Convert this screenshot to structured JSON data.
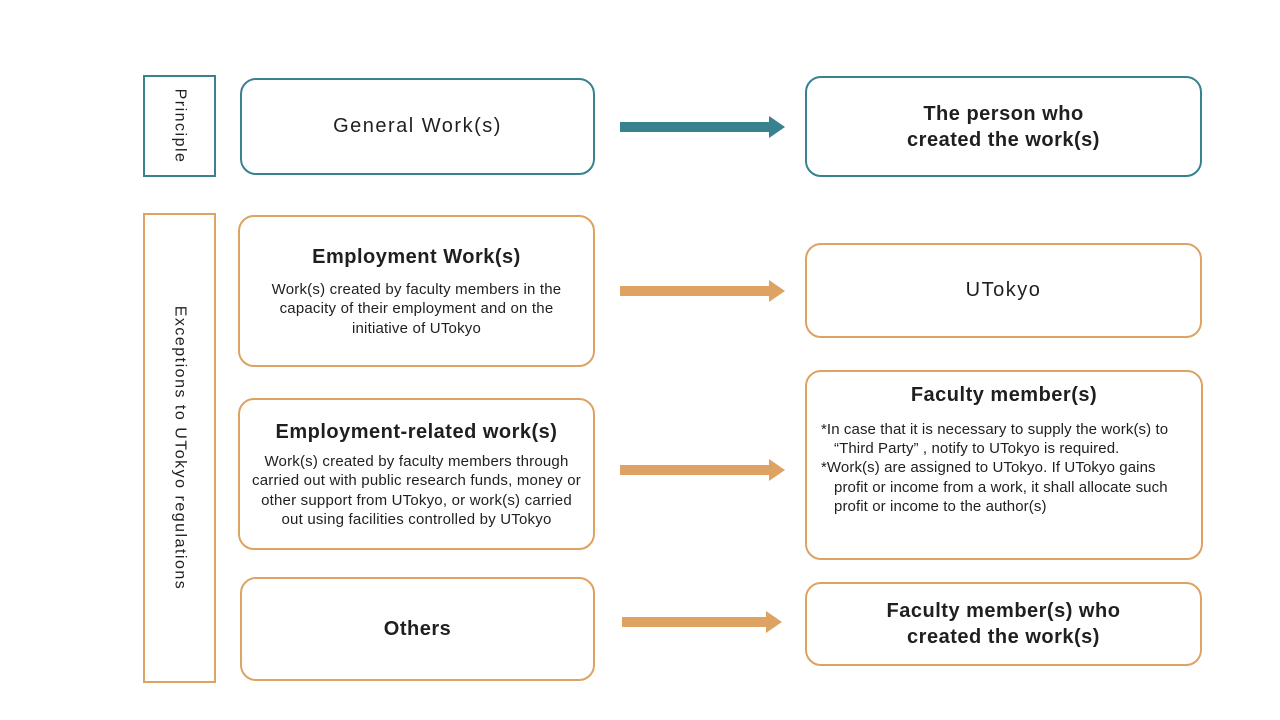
{
  "colors": {
    "teal": "#38818F",
    "orange": "#DEA263",
    "text": "#1f1f1f",
    "background": "#ffffff"
  },
  "principle": {
    "side_label": "Principle",
    "source_title": "General Work(s)",
    "target_line1": "The person who",
    "target_line2": "created the work(s)"
  },
  "exceptions": {
    "side_label": "Exceptions to UTokyo regulations",
    "employment": {
      "title": "Employment Work(s)",
      "description": "Work(s) created by faculty members in the capacity of their employment and on the initiative of UTokyo",
      "target_title": "UTokyo"
    },
    "employment_related": {
      "title": "Employment-related work(s)",
      "description": "Work(s) created by faculty members through carried out with public research funds, money or other support from UTokyo, or work(s) carried out using facilities controlled by UTokyo",
      "target_title": "Faculty member(s)",
      "target_notes": [
        "*In case that it is necessary to supply the work(s) to “Third Party” , notify to UTokyo is required.",
        "*Work(s) are assigned to UTokyo. If UTokyo gains profit or income from a work, it shall allocate such profit or income to the author(s)"
      ]
    },
    "others": {
      "title": "Others",
      "target_line1": "Faculty member(s) who",
      "target_line2": "created the work(s)"
    }
  }
}
